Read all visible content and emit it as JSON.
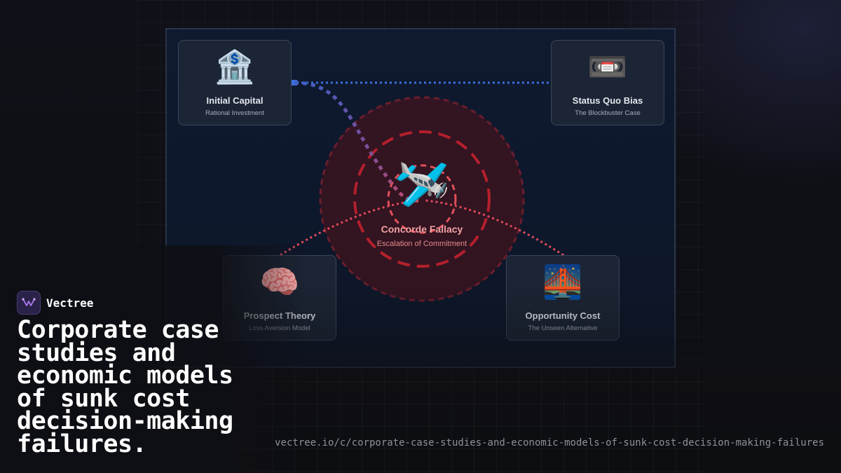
{
  "brand": {
    "name": "Vectree"
  },
  "headline": "Corporate case studies and economic models of sunk cost decision-making failures.",
  "url": "vectree.io/c/corporate-case-studies-and-economic-models-of-sunk-cost-decision-making-failures",
  "diagram": {
    "center": {
      "icon": "airplane-icon",
      "emoji": "🛩️",
      "title": "Concorde Fallacy",
      "subtitle": "Escalation of Commitment"
    },
    "nodes": {
      "initial_capital": {
        "icon": "bank-icon",
        "emoji": "🏦",
        "title": "Initial Capital",
        "subtitle": "Rational Investment"
      },
      "status_quo": {
        "icon": "videocassette-icon",
        "emoji": "📼",
        "title": "Status Quo Bias",
        "subtitle": "The Blockbuster Case"
      },
      "prospect_theory": {
        "icon": "brain-icon",
        "emoji": "🧠",
        "title": "Prospect Theory",
        "subtitle": "Loss Aversion Model"
      },
      "opportunity_cost": {
        "icon": "bridge-at-night-icon",
        "emoji": "🌉",
        "title": "Opportunity Cost",
        "subtitle": "The Unseen Alternative"
      }
    },
    "colors": {
      "blue_link": "#3b6fe0",
      "red_link": "#e04a5a",
      "ring": "#b3202c",
      "node_bg": "#1c2535",
      "canvas_bg": "#0f1a30"
    }
  }
}
